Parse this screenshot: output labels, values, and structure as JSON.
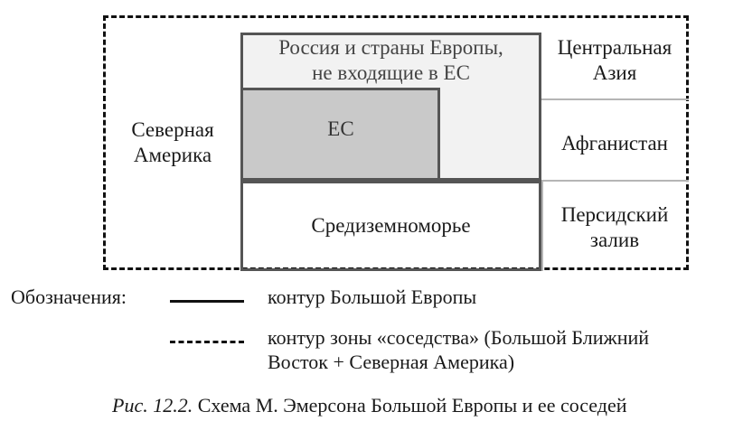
{
  "diagram": {
    "regions": {
      "north_america": "Северная\nАмерика",
      "russia": "Россия и страны Европы,\nне входящие в ЕС",
      "eu": "ЕС",
      "mediterranean": "Средиземноморье",
      "central_asia": "Центральная\nАзия",
      "afghanistan": "Афганистан",
      "persian_gulf": "Персидский\nзалив"
    }
  },
  "legend": {
    "title": "Обозначения:",
    "solid_label": "контур Большой Европы",
    "dashed_label_line1": "контур зоны «соседства» (Большой Ближний",
    "dashed_label_line2": "Восток + Северная Америка)"
  },
  "caption": {
    "prefix": "Рис. 12.2.",
    "text": " Схема М. Эмерсона Большой Европы и ее соседей"
  }
}
